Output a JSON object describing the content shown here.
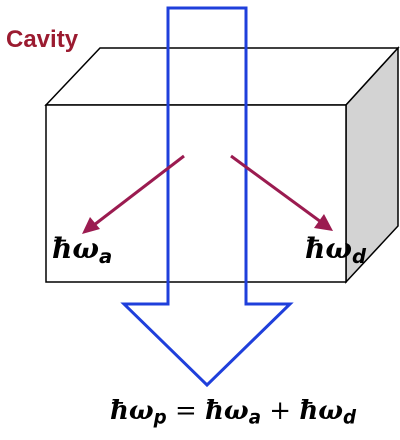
{
  "cavity_label": "Cavity",
  "photons": {
    "hbar_omega": "ħω",
    "sub_a": "a",
    "sub_d": "d",
    "sub_p": "p"
  },
  "equation": {
    "equals": " = ",
    "plus": " + "
  },
  "colors": {
    "cavity_text": "#9b1b30",
    "arrow_pump": "#1f3fdb",
    "arrow_emission": "#9b1b50",
    "box_side": "#d3d3d3",
    "outline": "#000000"
  }
}
